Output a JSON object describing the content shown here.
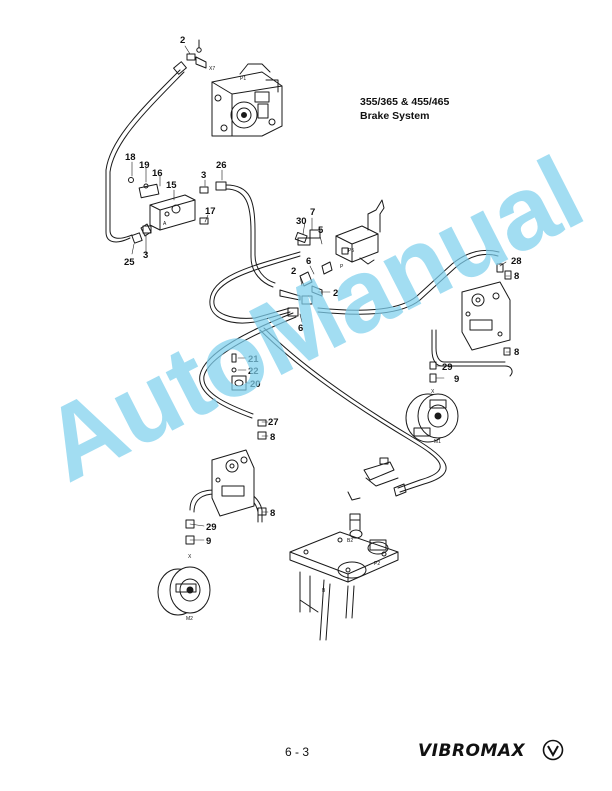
{
  "title": {
    "models": "355/365 & 455/465",
    "system": "Brake System"
  },
  "watermark": "AutoManual",
  "page_number": "6 - 3",
  "brand": "VIBROMAX",
  "part_numbers": {
    "p2a": "2",
    "p2b": "2",
    "p2c": "2",
    "p3a": "3",
    "p3b": "3",
    "p5": "5",
    "p6a": "6",
    "p6b": "6",
    "p7": "7",
    "p8a": "8",
    "p8b": "8",
    "p8c": "8",
    "p8d": "8",
    "p9a": "9",
    "p9b": "9",
    "p15": "15",
    "p16": "16",
    "p17": "17",
    "p18": "18",
    "p19": "19",
    "p20": "20",
    "p21": "21",
    "p22": "22",
    "p25": "25",
    "p26": "26",
    "p27": "27",
    "p28": "28",
    "p29a": "29",
    "p29b": "29",
    "p30": "30"
  },
  "component_labels": {
    "x7": "X7",
    "p1": "P1",
    "m1": "M1",
    "m2": "M2",
    "p2": "P2",
    "b2": "B2",
    "xa": "X",
    "xb": "X",
    "a": "A",
    "b": "B",
    "p": "P",
    "ps": "P5"
  },
  "colors": {
    "line": "#1a1a1a",
    "watermark": "#7fd0ee"
  }
}
